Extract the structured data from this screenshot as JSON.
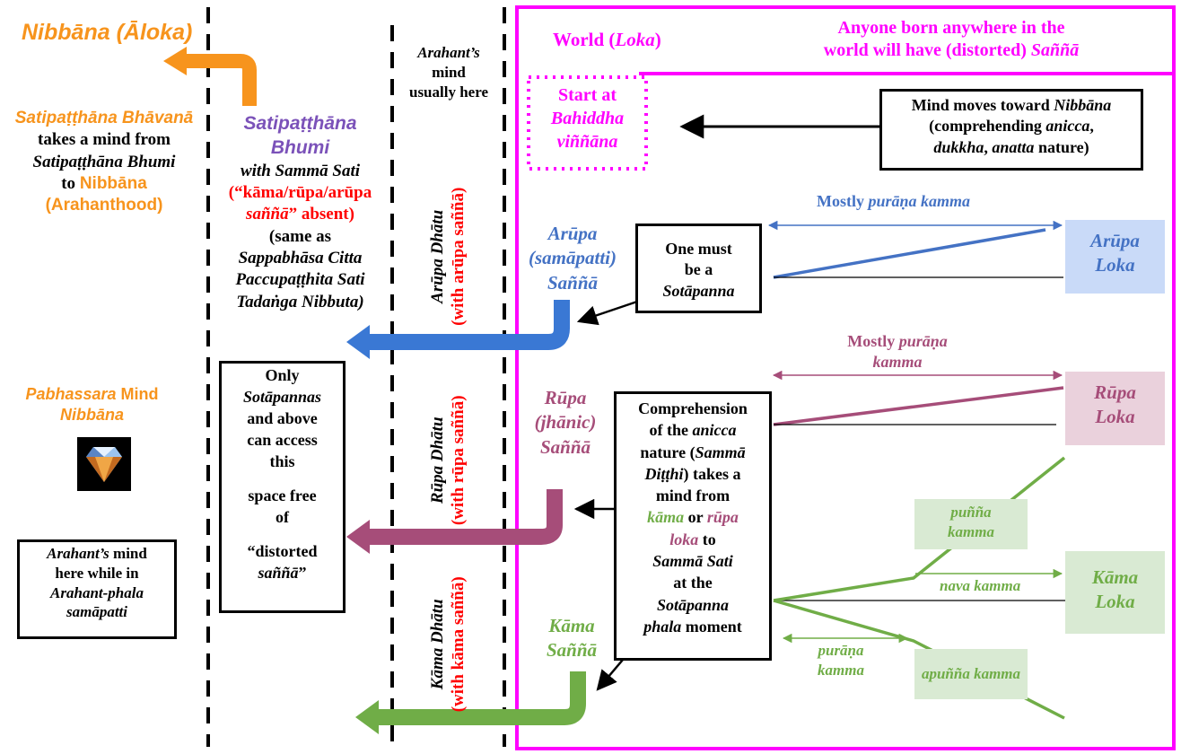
{
  "nibbana_aloka": {
    "text": "Nibbāna (Āloka)",
    "color": "#f7941d"
  },
  "satipatthana_bhavana": {
    "line1": "Satipaṭṭhāna Bhāvanā",
    "line2": "takes a mind from",
    "line3": "Satipaṭṭhāna Bhumi",
    "line4a": "to",
    "line4b": "Nibbāna",
    "line5": "(Arahanthood)"
  },
  "satipatthana_bhumi": {
    "title1": "Satipaṭṭhāna",
    "title2": "Bhumi",
    "l1": "with Sammā Sati",
    "l2": "(“kāma/rūpa/arūpa",
    "l3a": "saññā",
    "l3b": "” absent)",
    "l4": "(same as",
    "l5": "Sappabhāsa Citta",
    "l6": "Paccupaṭṭhita Sati",
    "l7": "Tadaṅga Nibbuta)"
  },
  "arahant_mind_here": {
    "l1": "Arahant’s",
    "l2": "mind",
    "l3": "usually here"
  },
  "pabhassara": {
    "l1a": "Pabhassara",
    "l1b": "Mind",
    "l2": "Nibbāna",
    "icon": "diamond-icon"
  },
  "only_sotapannas_box": {
    "l1": "Only",
    "l2": "Sotāpannas",
    "l3": "and above",
    "l4": "can access",
    "l5": "this",
    "l6": "space free",
    "l7": "of",
    "l8": "“distorted",
    "l9": "saññā",
    "l9b": "”"
  },
  "arahant_phala_box": {
    "l1a": "Arahant’s",
    "l1b": "mind",
    "l2": "here while in",
    "l3": "Arahant-phala",
    "l4": "samāpatti"
  },
  "dhatu_labels": {
    "arupa": {
      "name": "Arūpa Dhātu",
      "sub": "(with arūpa saññā)"
    },
    "rupa": {
      "name": "Rūpa Dhātu",
      "sub": "(with rūpa saññā)"
    },
    "kama": {
      "name": "Kāma Dhātu",
      "sub": "(with kāma saññā)"
    }
  },
  "world": {
    "title_a": "World (",
    "title_b": "Loka",
    "title_c": ")",
    "header_l1": "Anyone born anywhere in the",
    "header_l2a": "world will have (distorted) ",
    "header_l2b": "Saññā",
    "frame_color": "#ff00ff"
  },
  "start_box": {
    "l1": "Start at",
    "l2": "Bahiddha",
    "l3": "viññāna"
  },
  "mind_moves_box": {
    "l1a": "Mind moves toward ",
    "l1b": "Nibbāna",
    "l2a": "(comprehending ",
    "l2b": "anicca",
    "l3a": "dukkha",
    "l3b": ", ",
    "l3c": "anatta",
    "l3d": " nature)"
  },
  "arupa_sanna": {
    "l1": "Arūpa",
    "l2": "(samāpatti)",
    "l3": "Saññā",
    "color": "#4472c4"
  },
  "rupa_sanna": {
    "l1": "Rūpa",
    "l2": "(jhānic)",
    "l3": "Saññā",
    "color": "#a64d79"
  },
  "kama_sanna": {
    "l1": "Kāma",
    "l2": "Saññā",
    "color": "#70ad47"
  },
  "sotapanna_box": {
    "l1": "One must",
    "l2": "be a",
    "l3": "Sotāpanna"
  },
  "comprehension_box": {
    "l1": "Comprehension",
    "l2a": "of the ",
    "l2b": "anicca",
    "l3a": "nature (",
    "l3b": "Sammā",
    "l4a": "Diṭṭhi",
    "l4b": ") takes a",
    "l5": "mind from",
    "l6a": "kāma",
    "l6b": " or ",
    "l6c": "rūpa",
    "l7a": "loka",
    "l7b": " to",
    "l8": "Sammā Sati",
    "l9": "at the",
    "l10": "Sotāpanna",
    "l11a": "phala",
    "l11b": " moment"
  },
  "arupa_kamma": {
    "label_a": "Mostly ",
    "label_b": "purāṇa kamma",
    "loka_l1": "Arūpa",
    "loka_l2": "Loka"
  },
  "rupa_kamma": {
    "label_a": "Mostly ",
    "label_b": "purāṇa",
    "label_c": "kamma",
    "loka_l1": "Rūpa",
    "loka_l2": "Loka"
  },
  "kama_kamma": {
    "punna_l1": "puñña",
    "punna_l2": "kamma",
    "nava": "nava kamma",
    "purana_l1": "purāṇa",
    "purana_l2": "kamma",
    "apunna": "apuñña kamma",
    "loka_l1": "Kāma",
    "loka_l2": "Loka"
  }
}
